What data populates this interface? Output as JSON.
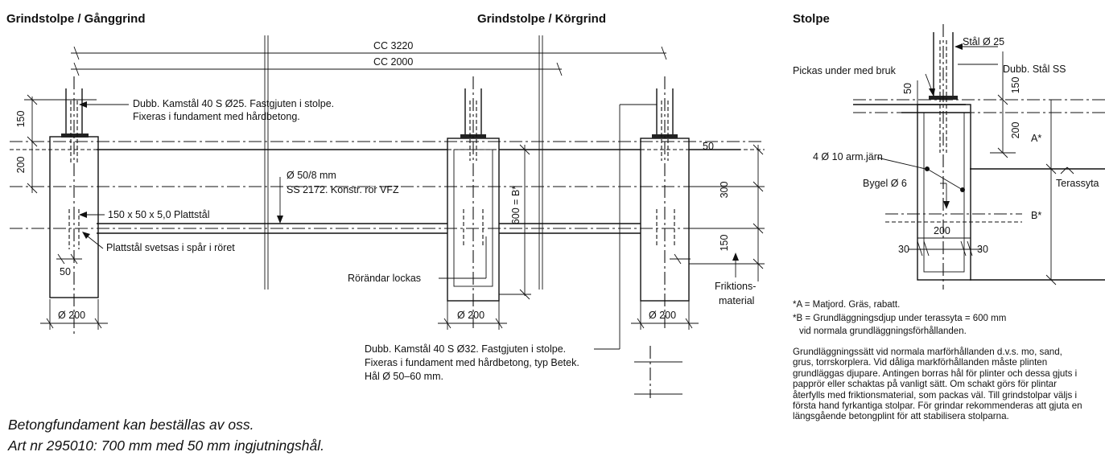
{
  "headings": {
    "gang": "Grindstolpe / Gånggrind",
    "kor": "Grindstolpe / Körgrind",
    "stolpe": "Stolpe"
  },
  "dims": {
    "cc3220": "CC 3220",
    "cc2000": "CC 2000",
    "d150": "150",
    "d200": "200",
    "d50": "50",
    "d300": "300",
    "d600b": "600 = B*",
    "dia200": "Ø 200",
    "d30": "30",
    "a_star": "A*",
    "b_star": "B*"
  },
  "labels": {
    "kamstal25_l1": "Dubb. Kamstål 40 S Ø25. Fastgjuten i stolpe.",
    "kamstal25_l2": "Fixeras i fundament med hårdbetong.",
    "plattstal": "150 x 50 x 5,0 Plattstål",
    "plattstal_svetsas": "Plattstål svetsas i spår i röret",
    "ror_l1": "Ø 50/8 mm",
    "ror_l2": "SS 2172. Konstr. rör VFZ",
    "rorandar": "Rörändar lockas",
    "friktion_l1": "Friktions-",
    "friktion_l2": "material",
    "kamstal32_l1": "Dubb. Kamstål 40 S Ø32. Fastgjuten i stolpe.",
    "kamstal32_l2": "Fixeras i fundament med hårdbetong, typ Betek.",
    "kamstal32_l3": "Hål Ø 50–60 mm.",
    "stal25": "Stål Ø 25",
    "pickas": "Pickas under med bruk",
    "dubb_stal_ss": "Dubb. Stål SS",
    "armjarn": "4 Ø 10 arm.järn",
    "bygel": "Bygel Ø 6",
    "terassyta": "Terassyta"
  },
  "notes": {
    "a": "*A = Matjord. Gräs, rabatt.",
    "b_l1": "*B = Grundläggningsdjup under terassyta = 600 mm",
    "b_l2": "vid normala grundläggningsförhållanden."
  },
  "paragraph": "Grundläggningssätt vid normala marförhållanden d.v.s. mo, sand, grus, torrskorplera. Vid dåliga markförhållanden måste plinten grundläggas djupare. Antingen borras hål för plinter och dessa gjuts i papprör eller schaktas på vanligt sätt. Om schakt görs för plintar återfylls med friktionsmaterial, som packas väl. Till grindstolpar väljs i första hand fyrkantiga stolpar. För grindar rekommenderas att gjuta en längsgående betongplint för att stabilisera stolparna.",
  "footer": {
    "line1": "Betongfundament kan beställas av oss.",
    "line2": "Art nr 295010: 700 mm med 50 mm ingjutningshål."
  }
}
